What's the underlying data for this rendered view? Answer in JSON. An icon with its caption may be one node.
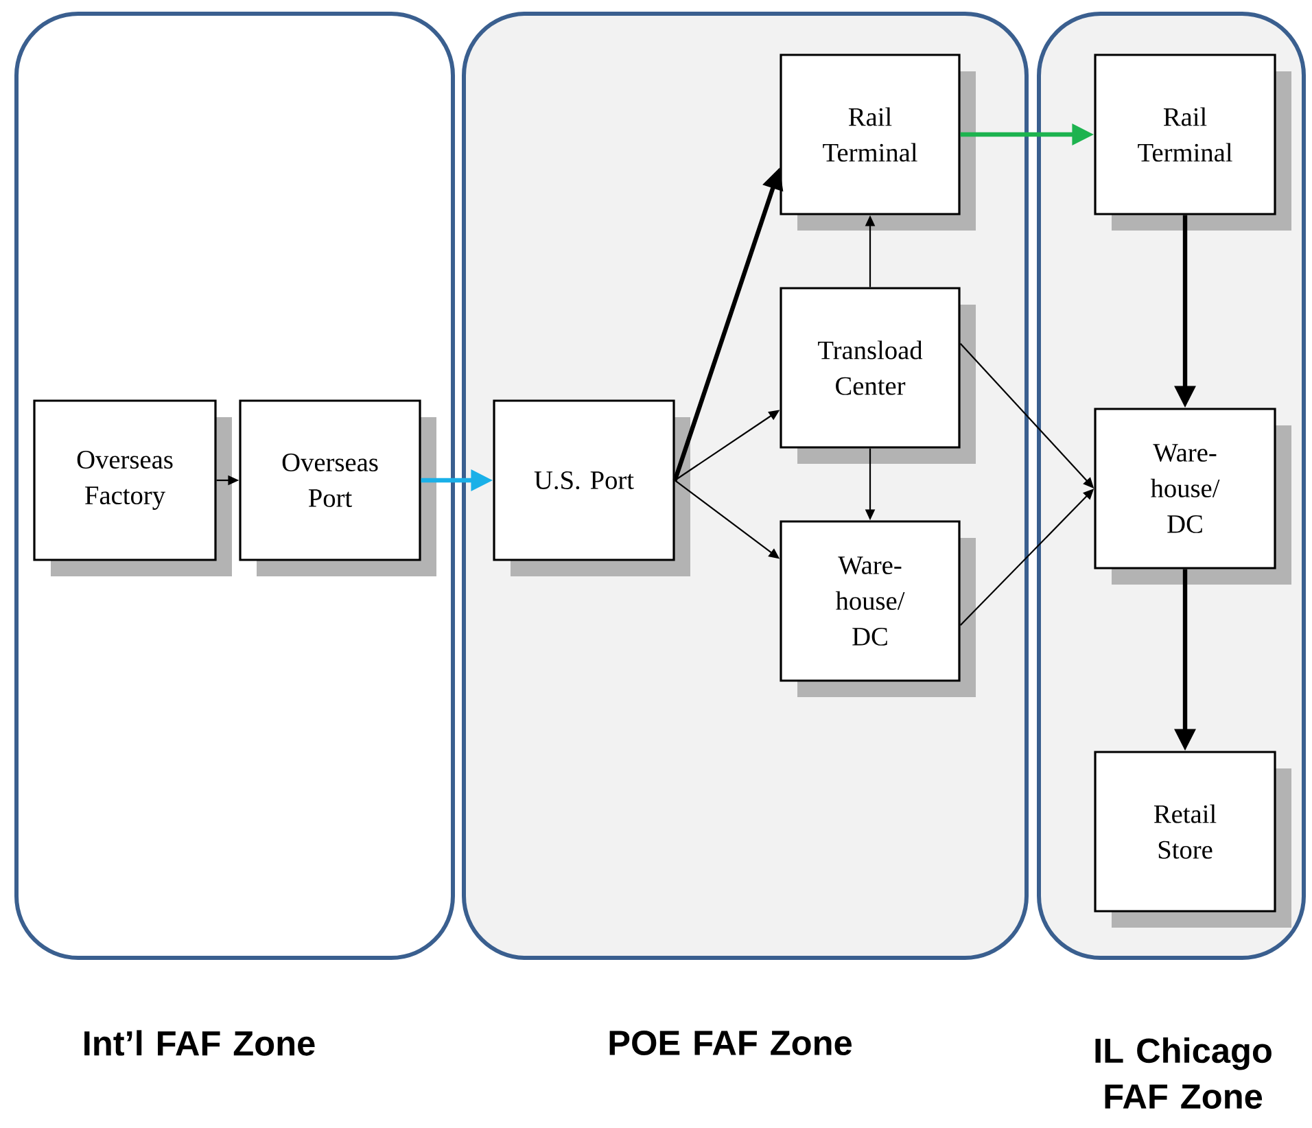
{
  "diagram": {
    "nodes": [
      {
        "text": [
          "Int’l FAF Zone"
        ]
      },
      {
        "text": [
          "POE FAF Zone"
        ]
      },
      {
        "text": [
          "IL Chicago FAF Zone"
        ]
      },
      {
        "text": [
          "Overseas Factory"
        ],
        "in": 0
      },
      {
        "text": [
          "Overseas Port"
        ],
        "in": 0
      },
      {
        "text": [
          "U.S. Port"
        ],
        "in": 1
      },
      {
        "text": [
          "Rail Terminal"
        ],
        "in": 1
      },
      {
        "text": [
          "Transload Center"
        ],
        "in": 1
      },
      {
        "text": [
          "Ware- house/ DC"
        ],
        "in": 1
      },
      {
        "text": [
          "Rail Terminal"
        ],
        "in": 2
      },
      {
        "text": [
          "Ware- house/ DC"
        ],
        "in": 2
      },
      {
        "text": [
          "Retail Store"
        ],
        "in": 2
      }
    ],
    "edges": [
      {
        "from": 3,
        "to": 4,
        "arrow": "to"
      },
      {
        "from": 4,
        "to": 5,
        "arrow": "to",
        "style": "thick",
        "color": "#1ab0e8"
      },
      {
        "from": 5,
        "to": 6,
        "arrow": "to",
        "style": "thick"
      },
      {
        "from": 5,
        "to": 7,
        "arrow": "to"
      },
      {
        "from": 5,
        "to": 8,
        "arrow": "to"
      },
      {
        "from": 7,
        "to": 6,
        "arrow": "to"
      },
      {
        "from": 7,
        "to": 8,
        "arrow": "to"
      },
      {
        "from": 6,
        "to": 9,
        "arrow": "to",
        "style": "thick",
        "color": "#1db34f"
      },
      {
        "from": 7,
        "to": 10,
        "arrow": "to"
      },
      {
        "from": 8,
        "to": 10,
        "arrow": "to"
      },
      {
        "from": 9,
        "to": 10,
        "arrow": "to",
        "style": "thick"
      },
      {
        "from": 10,
        "to": 11,
        "arrow": "to",
        "style": "thick"
      }
    ]
  }
}
